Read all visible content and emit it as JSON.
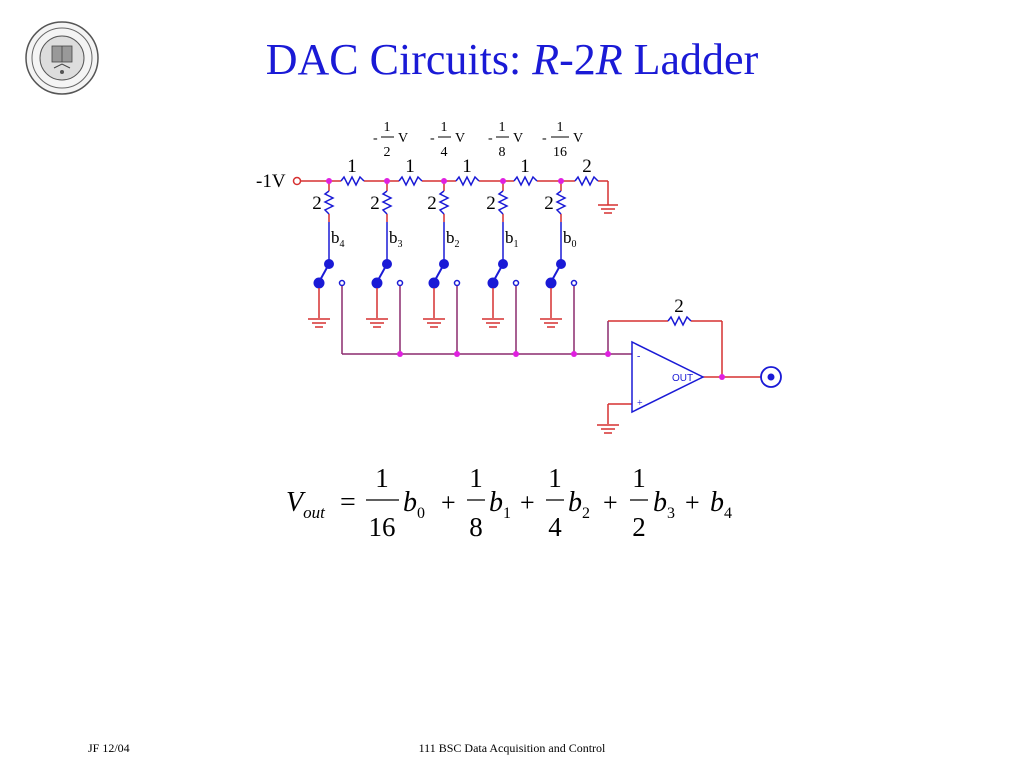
{
  "title": {
    "prefix": "DAC Circuits: ",
    "r1": "R",
    "dash": "-2",
    "r2": "R",
    "suffix": " Ladder"
  },
  "circuit": {
    "source_label": "-1V",
    "node_voltages": [
      {
        "sign": "-",
        "num": "1",
        "den": "2",
        "unit": "V"
      },
      {
        "sign": "-",
        "num": "1",
        "den": "4",
        "unit": "V"
      },
      {
        "sign": "-",
        "num": "1",
        "den": "8",
        "unit": "V"
      },
      {
        "sign": "-",
        "num": "1",
        "den": "16",
        "unit": "V"
      }
    ],
    "series_resistors": [
      "1",
      "1",
      "1",
      "1",
      "2"
    ],
    "shunt_resistors": [
      "2",
      "2",
      "2",
      "2",
      "2"
    ],
    "bits": [
      {
        "base": "b",
        "sub": "4"
      },
      {
        "base": "b",
        "sub": "3"
      },
      {
        "base": "b",
        "sub": "2"
      },
      {
        "base": "b",
        "sub": "1"
      },
      {
        "base": "b",
        "sub": "0"
      }
    ],
    "feedback_resistor": "2",
    "opamp": {
      "minus": "-",
      "plus": "+",
      "out": "OUT"
    }
  },
  "formula": {
    "lhs_base": "V",
    "lhs_sub": "out",
    "equals": "=",
    "terms": [
      {
        "num": "1",
        "den": "16",
        "var": "b",
        "sub": "0",
        "op": "+"
      },
      {
        "num": "1",
        "den": "8",
        "var": "b",
        "sub": "1",
        "op": "+"
      },
      {
        "num": "1",
        "den": "4",
        "var": "b",
        "sub": "2",
        "op": "+"
      },
      {
        "num": "1",
        "den": "2",
        "var": "b",
        "sub": "3",
        "op": "+"
      }
    ],
    "last": {
      "var": "b",
      "sub": "4"
    }
  },
  "footer": {
    "left": "JF 12/04",
    "center": "111 BSC Data Acquisition and Control"
  },
  "colors": {
    "title": "#1a1ad6",
    "wire_red": "#d63030",
    "wire_purple": "#8b2a6e",
    "resistor": "#1a1ad6",
    "switch": "#1a1ad6",
    "node": "#e020e0"
  }
}
